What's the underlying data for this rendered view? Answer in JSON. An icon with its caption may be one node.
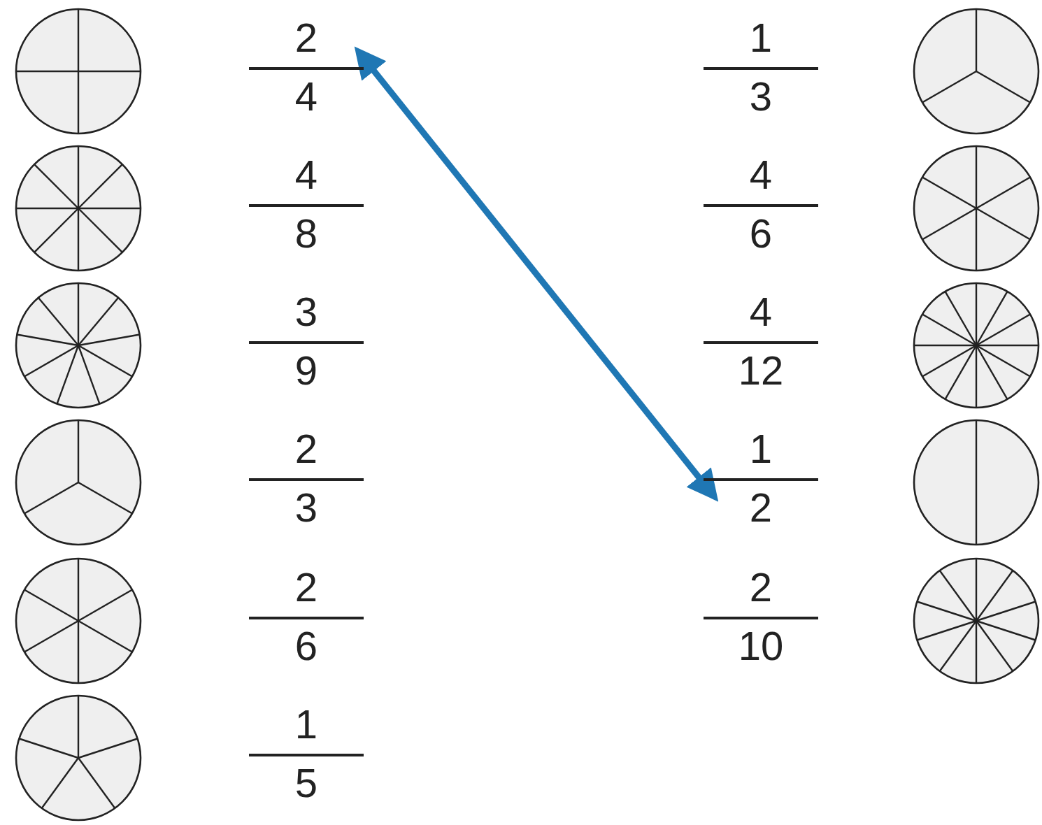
{
  "diagram": {
    "nodes": [
      {
        "text": [],
        "shape": "circle"
      },
      {
        "text": [
          "2",
          "4"
        ]
      },
      {
        "text": [
          "1",
          "3"
        ]
      },
      {
        "text": [],
        "shape": "circle"
      },
      {
        "text": [],
        "shape": "circle"
      },
      {
        "text": [
          "4",
          "8"
        ]
      },
      {
        "text": [
          "4",
          "6"
        ]
      },
      {
        "text": [],
        "shape": "circle"
      },
      {
        "text": [],
        "shape": "circle"
      },
      {
        "text": [
          "3",
          "9"
        ]
      },
      {
        "text": [
          "4",
          "12"
        ]
      },
      {
        "text": [],
        "shape": "circle"
      },
      {
        "text": [],
        "shape": "circle"
      },
      {
        "text": [
          "2",
          "3"
        ]
      },
      {
        "text": [
          "1",
          "2"
        ]
      },
      {
        "text": [],
        "shape": "circle"
      },
      {
        "text": [],
        "shape": "circle"
      },
      {
        "text": [
          "2",
          "6"
        ]
      },
      {
        "text": [
          "2",
          "10"
        ]
      },
      {
        "text": [],
        "shape": "circle"
      },
      {
        "text": [],
        "shape": "circle"
      },
      {
        "text": [
          "1",
          "5"
        ]
      }
    ],
    "edges": [
      {
        "from": 1,
        "to": 14,
        "arrow": "both",
        "color": "#1f77b4"
      }
    ]
  }
}
